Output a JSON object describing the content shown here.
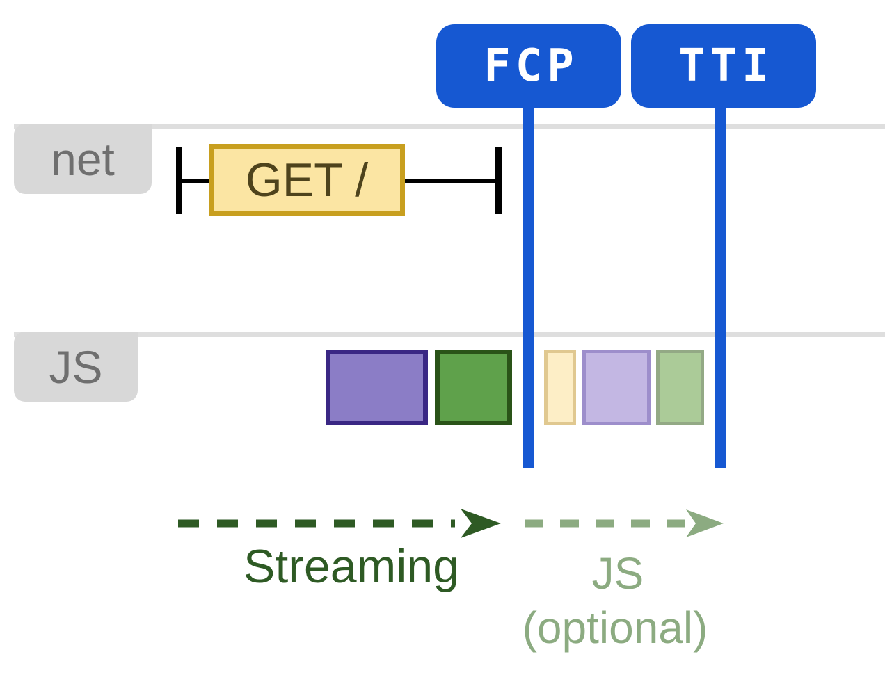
{
  "markers": [
    {
      "id": "fcp",
      "label": "FCP"
    },
    {
      "id": "tti",
      "label": "TTI"
    }
  ],
  "lanes": [
    {
      "id": "net",
      "label": "net",
      "request": {
        "label": "GET /"
      }
    },
    {
      "id": "js",
      "label": "JS"
    }
  ],
  "tasks": [
    {
      "name": "js-task-purple",
      "fill": "#8b7dc6",
      "border": "#3a2784"
    },
    {
      "name": "js-task-green",
      "fill": "#5fa14b",
      "border": "#2a5318"
    },
    {
      "name": "js-task-pale-yellow",
      "fill": "#fdeec6",
      "border": "#e0c890"
    },
    {
      "name": "js-task-lavender",
      "fill": "#c3b7e3",
      "border": "#9d8ecb"
    },
    {
      "name": "js-task-pale-green",
      "fill": "#abcb98",
      "border": "#93a985"
    }
  ],
  "phases": [
    {
      "label": "Streaming",
      "color": "#2e5a24"
    },
    {
      "label": "JS",
      "sublabel": "(optional)",
      "color": "#8cab81"
    }
  ],
  "colors": {
    "marker_blue": "#1658d2",
    "lane_tab_gray": "#d8d8d8",
    "lane_line_gray": "#dedede",
    "lane_label_gray": "#6f6f6f",
    "request_fill": "#fbe5a3",
    "request_border": "#c89f1f",
    "request_text": "#4e431c",
    "request_ibeam_black": "#000000"
  }
}
